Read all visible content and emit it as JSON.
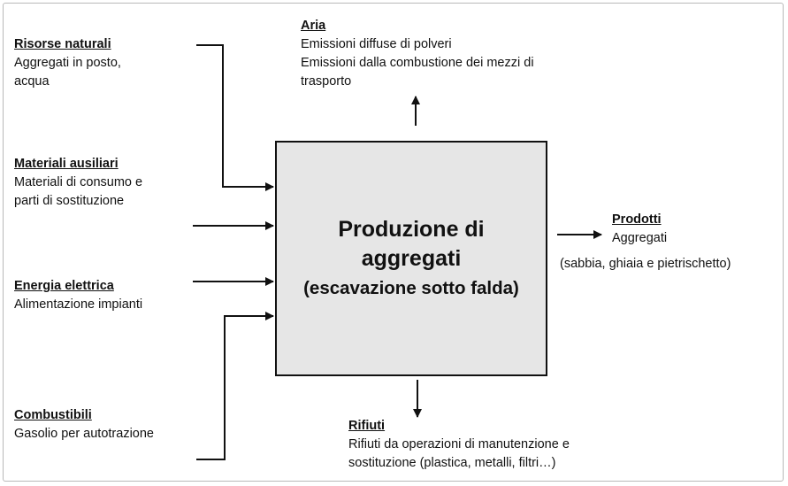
{
  "process": {
    "line1": "Produzione di",
    "line2": "aggregati",
    "line3": "(escavazione sotto falda)"
  },
  "inputs": {
    "risorse": {
      "title": "Risorse naturali",
      "lines": [
        "Aggregati in posto,",
        "acqua"
      ]
    },
    "ausiliari": {
      "title": "Materiali ausiliari",
      "lines": [
        "Materiali di consumo e",
        "parti di sostituzione"
      ]
    },
    "energia": {
      "title": "Energia elettrica",
      "lines": [
        "Alimentazione impianti"
      ]
    },
    "combustibili": {
      "title": "Combustibili",
      "lines": [
        "Gasolio per autotrazione"
      ]
    }
  },
  "outputs": {
    "aria": {
      "title": "Aria",
      "lines": [
        "Emissioni diffuse di polveri",
        "Emissioni dalla combustione dei mezzi di",
        "trasporto"
      ]
    },
    "prodotti": {
      "title": "Prodotti",
      "lines": [
        "Aggregati",
        "(sabbia, ghiaia e pietrischetto)"
      ]
    },
    "rifiuti": {
      "title": "Rifiuti",
      "lines": [
        "Rifiuti da operazioni di manutenzione e",
        "sostituzione (plastica, metalli, filtri…)"
      ]
    }
  },
  "colors": {
    "box_fill": "#e6e6e6",
    "line": "#111111",
    "frame": "#b9b9b9"
  }
}
